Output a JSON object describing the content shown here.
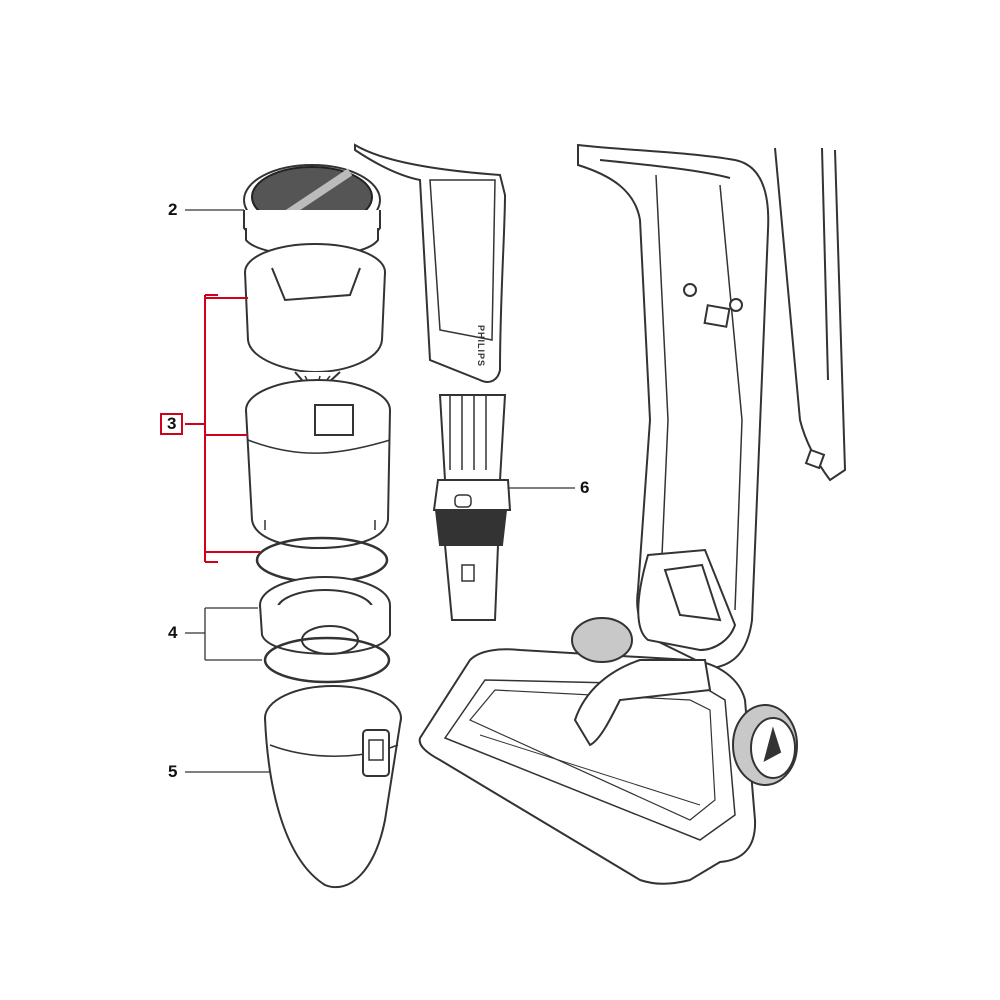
{
  "callouts": [
    {
      "id": "2",
      "label": "2",
      "boxed": false
    },
    {
      "id": "3",
      "label": "3",
      "boxed": true
    },
    {
      "id": "4",
      "label": "4",
      "boxed": false
    },
    {
      "id": "5",
      "label": "5",
      "boxed": false
    },
    {
      "id": "6",
      "label": "6",
      "boxed": false
    }
  ],
  "brand": "PHILIPS",
  "colors": {
    "outline": "#333333",
    "highlight": "#d0021b",
    "fill": "#ffffff",
    "shade": "#c8c8c8",
    "filter_mesh": "#555555"
  }
}
